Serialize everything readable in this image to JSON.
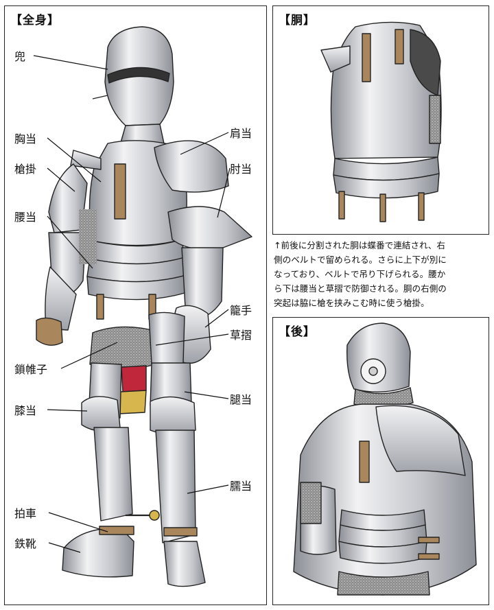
{
  "panels": {
    "full": {
      "title": "【全身】",
      "labels": {
        "kabuto": "兜",
        "muneate": "胸当",
        "yarikake": "槍掛",
        "koshiate": "腰当",
        "kusari_katabira": "鎖帷子",
        "hizaate": "膝当",
        "hakusha": "拍車",
        "tetsuka": "鉄靴",
        "kataate": "肩当",
        "hijiate": "肘当",
        "kote": "籠手",
        "kusazuri": "草摺",
        "momoate": "腿当",
        "suneate": "臑当"
      }
    },
    "torso": {
      "title": "【胴】"
    },
    "back": {
      "title": "【後】"
    }
  },
  "caption": {
    "lines": [
      "↑前後に分割された胴は蝶番で連結され、右",
      "側のベルトで留められる。さらに上下が別に",
      "なっており、ベルトで吊り下げられる。腰か",
      "ら下は腰当と草摺で防御される。胴の右側の",
      "突起は脇に槍を挟みこむ時に使う槍掛。"
    ]
  },
  "colors": {
    "steel_light": "#f2f2f4",
    "steel_mid": "#c4c6cb",
    "steel_dark": "#8c8f96",
    "leather": "#a9865c",
    "mail": "#9a9a9a",
    "cloth_red": "#c0273a",
    "cloth_gold": "#d7b64e",
    "outline": "#222222"
  }
}
